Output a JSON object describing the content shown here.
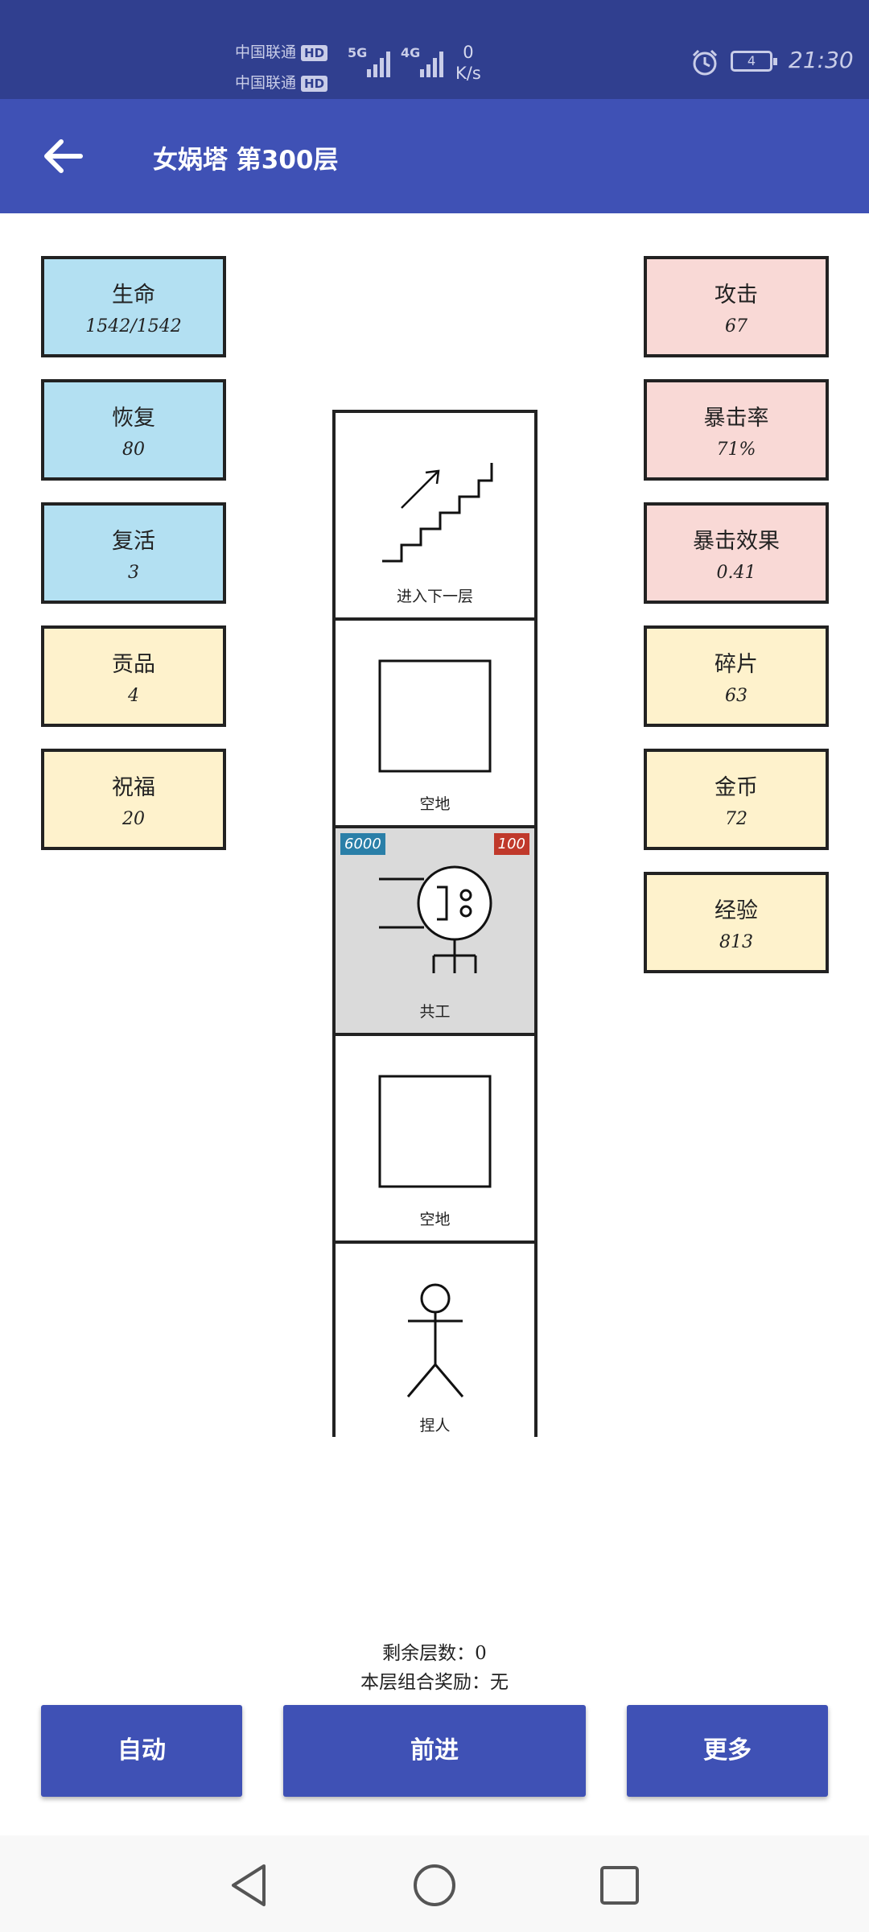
{
  "status_bar": {
    "carrier1": "中国联通",
    "carrier2": "中国联通",
    "hd_label": "HD",
    "net_5g": "5G",
    "net_4g": "4G",
    "speed_value": "0",
    "speed_unit": "K/s",
    "battery": "4",
    "time": "21:30"
  },
  "header": {
    "title": "女娲塔 第300层"
  },
  "left_stats": [
    {
      "label": "生命",
      "value": "1542/1542",
      "color": "#b3e0f2"
    },
    {
      "label": "恢复",
      "value": "80",
      "color": "#b3e0f2"
    },
    {
      "label": "复活",
      "value": "3",
      "color": "#b3e0f2"
    },
    {
      "label": "贡品",
      "value": "4",
      "color": "#fef2cc"
    },
    {
      "label": "祝福",
      "value": "20",
      "color": "#fef2cc"
    }
  ],
  "right_stats": [
    {
      "label": "攻击",
      "value": "67",
      "color": "#f9d9d6"
    },
    {
      "label": "暴击率",
      "value": "71%",
      "color": "#f9d9d6"
    },
    {
      "label": "暴击效果",
      "value": "0.41",
      "color": "#f9d9d6"
    },
    {
      "label": "碎片",
      "value": "63",
      "color": "#fef2cc"
    },
    {
      "label": "金币",
      "value": "72",
      "color": "#fef2cc"
    },
    {
      "label": "经验",
      "value": "813",
      "color": "#fef2cc"
    }
  ],
  "tower": {
    "cells": [
      {
        "label": "进入下一层",
        "icon": "stairs-icon"
      },
      {
        "label": "空地",
        "icon": "empty-square-icon"
      },
      {
        "label": "共工",
        "icon": "monster-icon",
        "attack": "6000",
        "hp": "100"
      },
      {
        "label": "空地",
        "icon": "empty-square-icon"
      },
      {
        "label": "捏人",
        "icon": "stick-figure-icon"
      }
    ]
  },
  "info": {
    "remaining_floors": "剩余层数：0",
    "combo_reward": "本层组合奖励：无"
  },
  "buttons": {
    "auto": "自动",
    "forward": "前进",
    "more": "更多"
  }
}
